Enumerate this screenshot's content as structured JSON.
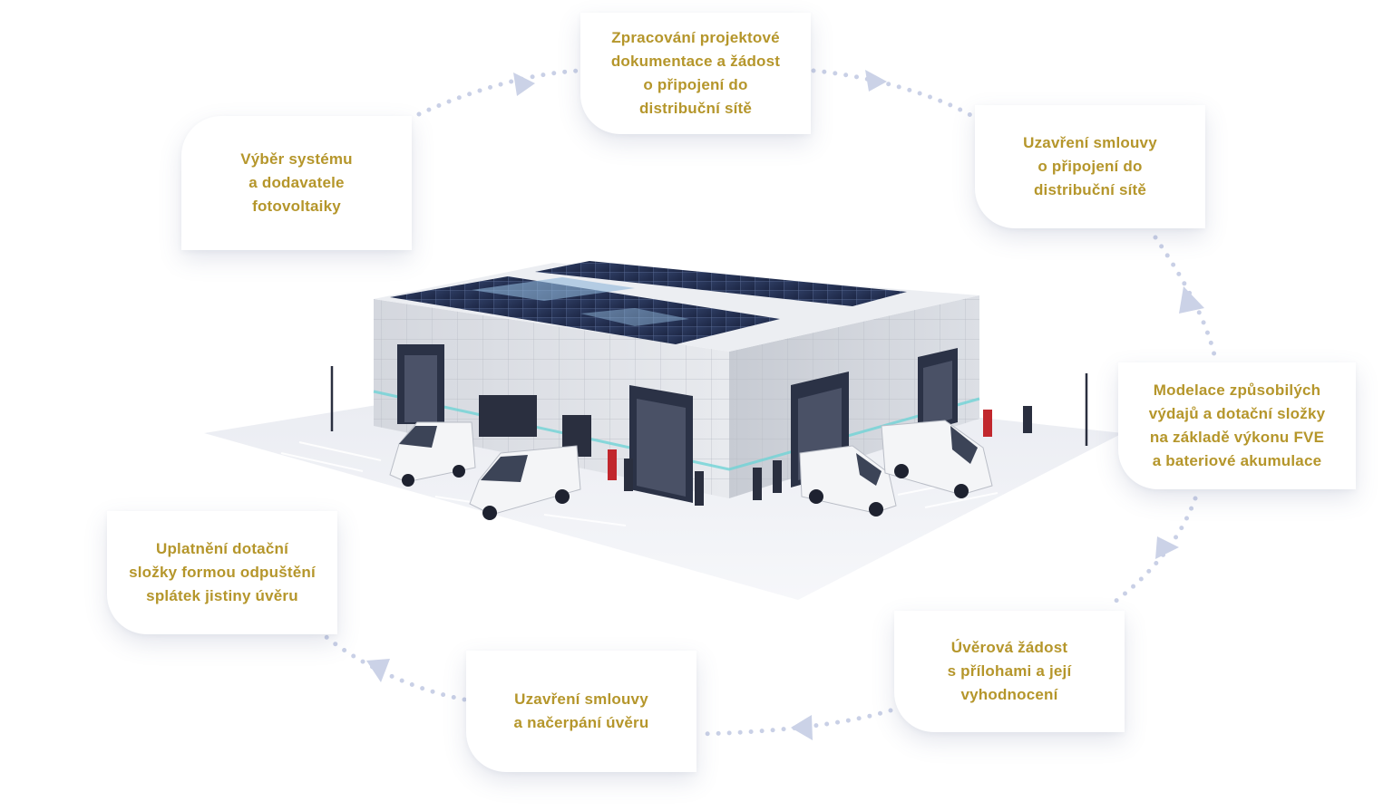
{
  "steps": [
    {
      "label": "Výběr systému\na dodavatele\nfotovoltaiky"
    },
    {
      "label": "Zpracování projektové\ndokumentace a žádost\no připojení do\ndistribuční sítě"
    },
    {
      "label": "Uzavření smlouvy\no připojení do\ndistribuční sítě"
    },
    {
      "label": "Modelace způsobilých\nvýdajů a dotační složky\nna základě výkonu FVE\na bateriové akumulace"
    },
    {
      "label": "Úvěrová žádost\ns přílohami a její\nvyhodnocení"
    },
    {
      "label": "Uzavření smlouvy\na načerpání úvěru"
    },
    {
      "label": "Uplatnění dotační\nsložky formou odpuštění\nsplátek jistiny úvěru"
    }
  ],
  "colors": {
    "text_gold": "#b5962b",
    "arrow": "#c9d0e6",
    "dots": "#c9d0e6",
    "card_bg": "#ffffff"
  },
  "illustration": {
    "icon": "commercial-building-with-solar-panels-and-ev-charging-vans-icon"
  }
}
